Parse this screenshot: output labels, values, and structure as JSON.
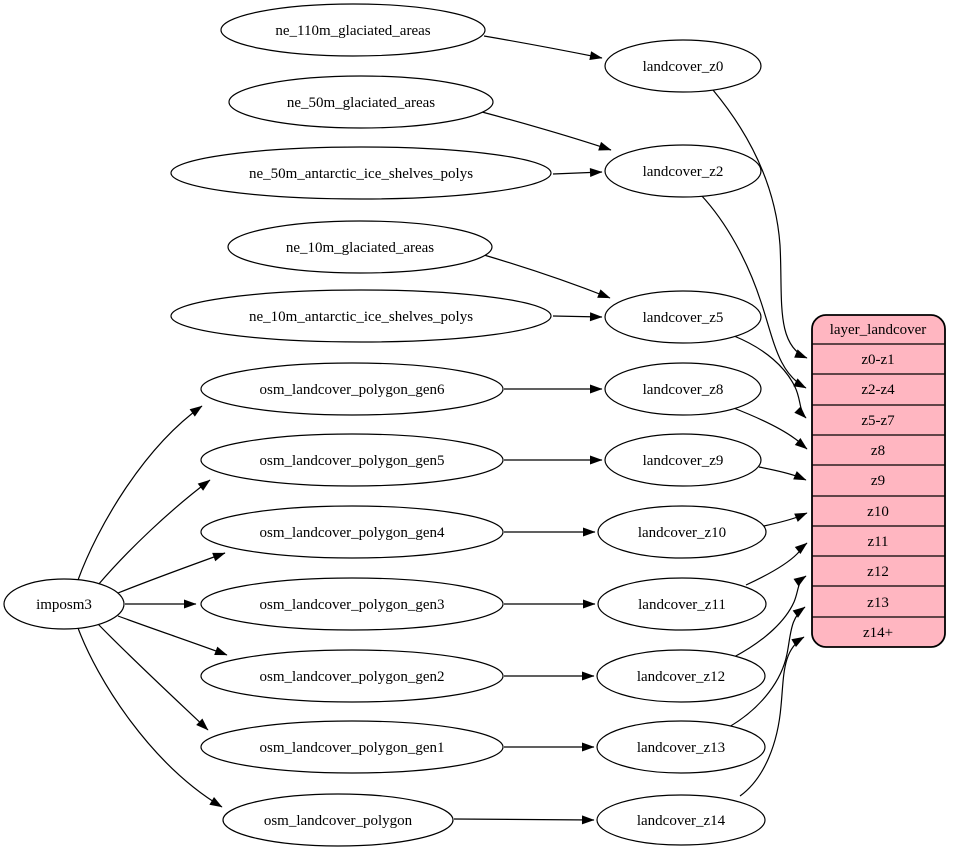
{
  "diagram": {
    "type": "graphviz-dependency-graph",
    "colors": {
      "node_fill": "#ffffff",
      "node_stroke": "#000000",
      "edge": "#000000",
      "text": "#000000",
      "table_fill": "#ffb6c1",
      "table_stroke": "#000000",
      "background": "#ffffff"
    },
    "nodes": {
      "imposm3": "imposm3",
      "ne_110m_glaciated_areas": "ne_110m_glaciated_areas",
      "ne_50m_glaciated_areas": "ne_50m_glaciated_areas",
      "ne_50m_antarctic_ice_shelves_polys": "ne_50m_antarctic_ice_shelves_polys",
      "ne_10m_glaciated_areas": "ne_10m_glaciated_areas",
      "ne_10m_antarctic_ice_shelves_polys": "ne_10m_antarctic_ice_shelves_polys",
      "osm_landcover_polygon_gen6": "osm_landcover_polygon_gen6",
      "osm_landcover_polygon_gen5": "osm_landcover_polygon_gen5",
      "osm_landcover_polygon_gen4": "osm_landcover_polygon_gen4",
      "osm_landcover_polygon_gen3": "osm_landcover_polygon_gen3",
      "osm_landcover_polygon_gen2": "osm_landcover_polygon_gen2",
      "osm_landcover_polygon_gen1": "osm_landcover_polygon_gen1",
      "osm_landcover_polygon": "osm_landcover_polygon",
      "landcover_z0": "landcover_z0",
      "landcover_z2": "landcover_z2",
      "landcover_z5": "landcover_z5",
      "landcover_z8": "landcover_z8",
      "landcover_z9": "landcover_z9",
      "landcover_z10": "landcover_z10",
      "landcover_z11": "landcover_z11",
      "landcover_z12": "landcover_z12",
      "landcover_z13": "landcover_z13",
      "landcover_z14": "landcover_z14"
    },
    "table": {
      "title": "layer_landcover",
      "rows": [
        "z0-z1",
        "z2-z4",
        "z5-z7",
        "z8",
        "z9",
        "z10",
        "z11",
        "z12",
        "z13",
        "z14+"
      ]
    },
    "edges": [
      {
        "from": "ne_110m_glaciated_areas",
        "to": "landcover_z0"
      },
      {
        "from": "ne_50m_glaciated_areas",
        "to": "landcover_z2"
      },
      {
        "from": "ne_50m_antarctic_ice_shelves_polys",
        "to": "landcover_z2"
      },
      {
        "from": "ne_10m_glaciated_areas",
        "to": "landcover_z5"
      },
      {
        "from": "ne_10m_antarctic_ice_shelves_polys",
        "to": "landcover_z5"
      },
      {
        "from": "osm_landcover_polygon_gen6",
        "to": "landcover_z8"
      },
      {
        "from": "osm_landcover_polygon_gen5",
        "to": "landcover_z9"
      },
      {
        "from": "osm_landcover_polygon_gen4",
        "to": "landcover_z10"
      },
      {
        "from": "osm_landcover_polygon_gen3",
        "to": "landcover_z11"
      },
      {
        "from": "osm_landcover_polygon_gen2",
        "to": "landcover_z12"
      },
      {
        "from": "osm_landcover_polygon_gen1",
        "to": "landcover_z13"
      },
      {
        "from": "osm_landcover_polygon",
        "to": "landcover_z14"
      },
      {
        "from": "landcover_z0",
        "to": "layer_landcover:z0-z1"
      },
      {
        "from": "landcover_z2",
        "to": "layer_landcover:z2-z4"
      },
      {
        "from": "landcover_z5",
        "to": "layer_landcover:z5-z7"
      },
      {
        "from": "landcover_z8",
        "to": "layer_landcover:z8"
      },
      {
        "from": "landcover_z9",
        "to": "layer_landcover:z9"
      },
      {
        "from": "landcover_z10",
        "to": "layer_landcover:z10"
      },
      {
        "from": "landcover_z11",
        "to": "layer_landcover:z11"
      },
      {
        "from": "landcover_z12",
        "to": "layer_landcover:z12"
      },
      {
        "from": "landcover_z13",
        "to": "layer_landcover:z13"
      },
      {
        "from": "landcover_z14",
        "to": "layer_landcover:z14+"
      },
      {
        "from": "imposm3",
        "to": "osm_landcover_polygon_gen6"
      },
      {
        "from": "imposm3",
        "to": "osm_landcover_polygon_gen5"
      },
      {
        "from": "imposm3",
        "to": "osm_landcover_polygon_gen4"
      },
      {
        "from": "imposm3",
        "to": "osm_landcover_polygon_gen3"
      },
      {
        "from": "imposm3",
        "to": "osm_landcover_polygon_gen2"
      },
      {
        "from": "imposm3",
        "to": "osm_landcover_polygon_gen1"
      },
      {
        "from": "imposm3",
        "to": "osm_landcover_polygon"
      }
    ]
  }
}
